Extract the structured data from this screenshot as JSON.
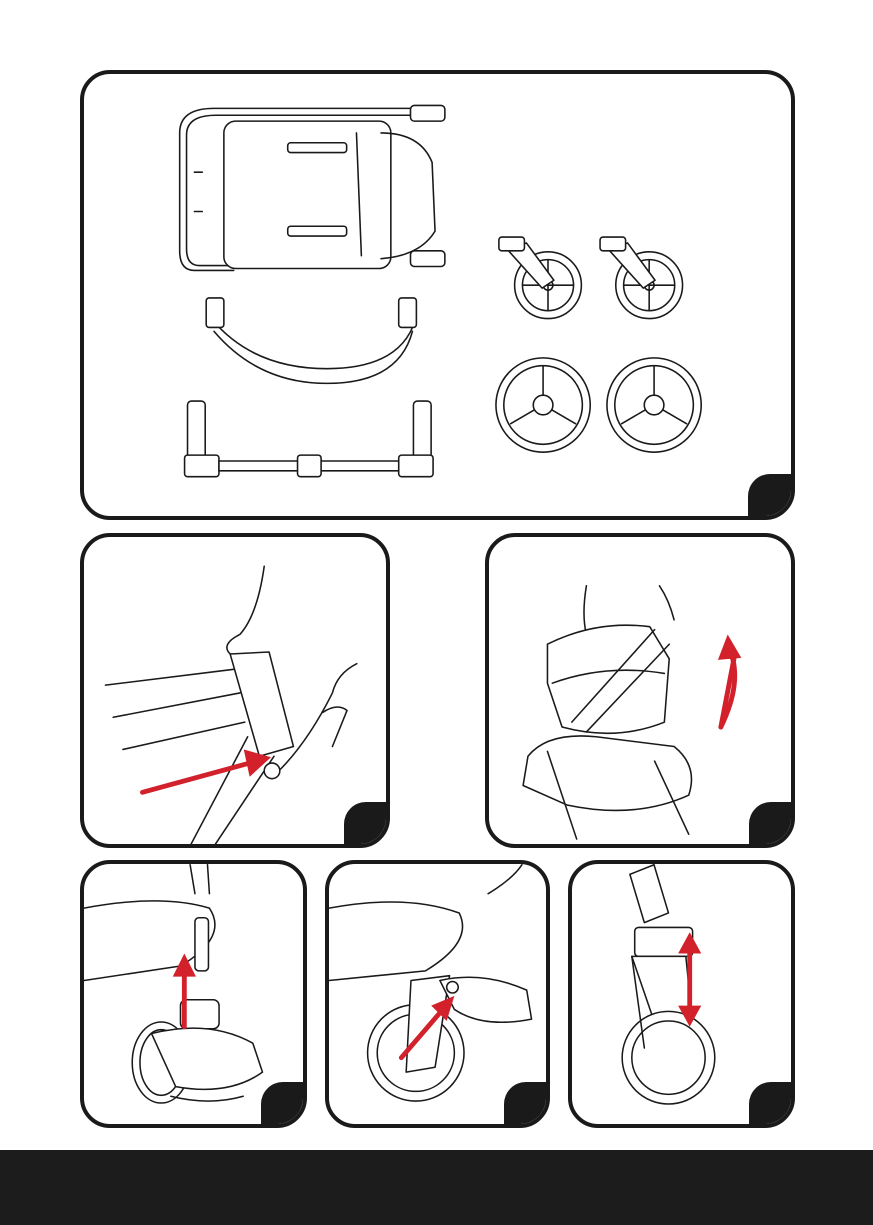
{
  "colors": {
    "outline": "#1a1a1a",
    "arrow": "#d3212c",
    "footer": "#1c1c1c",
    "background": "#ffffff"
  },
  "panels": [
    {
      "id": "parts-overview",
      "parts": [
        "seat-frame",
        "bumper-bar",
        "rear-axle",
        "front-wheel",
        "front-wheel",
        "rear-wheel",
        "rear-wheel"
      ]
    },
    {
      "id": "step-attach-bumper",
      "arrow": "diagonal-push"
    },
    {
      "id": "step-unfold-frame",
      "arrow": "curved-up"
    },
    {
      "id": "step-insert-wheel-post",
      "arrow": "up"
    },
    {
      "id": "step-press-wheel-button",
      "arrow": "diagonal-up"
    },
    {
      "id": "step-wheel-lock-adjust",
      "arrow": "double-vertical"
    }
  ]
}
